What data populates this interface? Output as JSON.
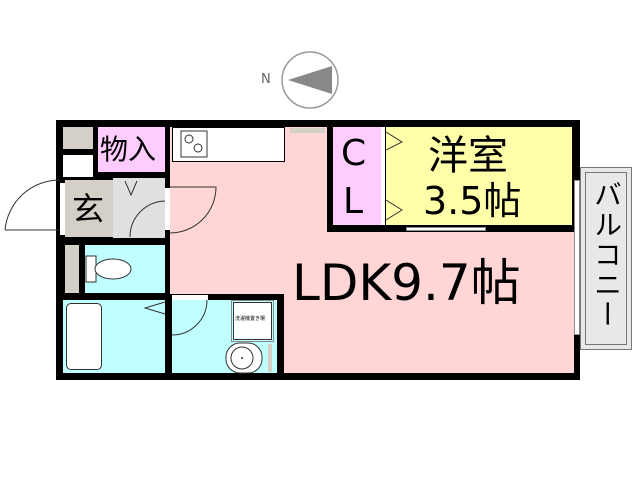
{
  "compass": {
    "north_label": "N"
  },
  "rooms": {
    "storage": "物入",
    "entrance": "玄",
    "closet_line1": "C",
    "closet_line2": "L",
    "western_room_name": "洋室",
    "western_room_size": "3.5帖",
    "ldk": "LDK9.7帖",
    "balcony": "バルコニー",
    "washer_space": "洗濯機置き場"
  },
  "colors": {
    "ldk": "#ffd5d5",
    "storage": "#ffccff",
    "western": "#ffffaa",
    "wet": "#bfffff",
    "entrance": "#d4d0c8",
    "balcony": "#e8e8e8"
  }
}
